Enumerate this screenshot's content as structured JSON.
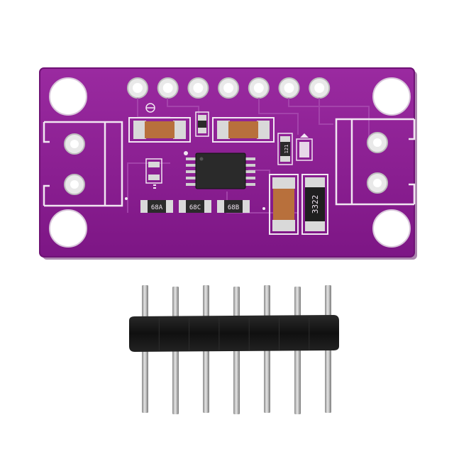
{
  "photo": {
    "background": "#ffffff",
    "board": {
      "color": "#8e1d93",
      "edge_color": "#6f1275",
      "silkscreen_color": "#f1e6f2",
      "pad_color": "#e9e9e9",
      "hole_color": "#ffffff",
      "labels": {
        "resistor_large": "3322",
        "resistor_small": "121",
        "cap_1": "68A",
        "cap_2": "68C",
        "cap_3": "68B"
      },
      "icon": "pcb-module-photo"
    },
    "header": {
      "pin_count": 7,
      "plastic_color": "#141414",
      "pin_color": "#c9c9c9"
    }
  }
}
